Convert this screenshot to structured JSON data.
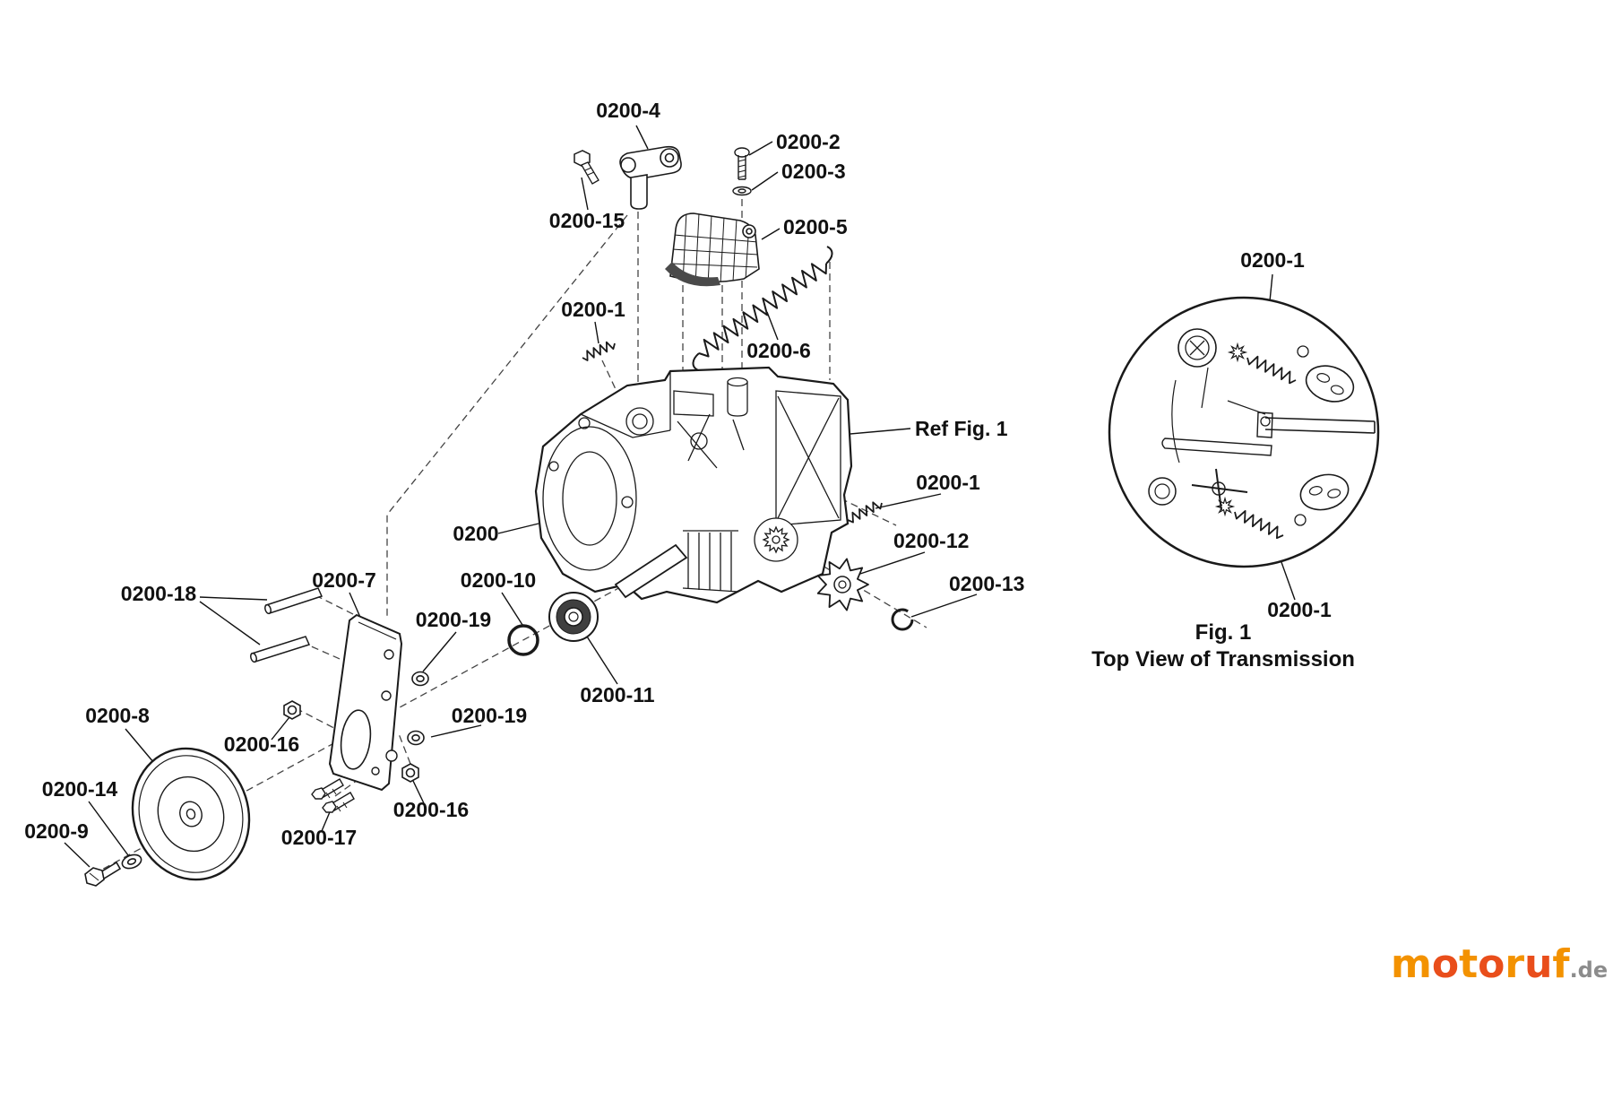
{
  "labels": {
    "p0200": "0200",
    "p0200_1": "0200-1",
    "p0200_2": "0200-2",
    "p0200_3": "0200-3",
    "p0200_4": "0200-4",
    "p0200_5": "0200-5",
    "p0200_6": "0200-6",
    "p0200_7": "0200-7",
    "p0200_8": "0200-8",
    "p0200_9": "0200-9",
    "p0200_10": "0200-10",
    "p0200_11": "0200-11",
    "p0200_12": "0200-12",
    "p0200_13": "0200-13",
    "p0200_14": "0200-14",
    "p0200_15": "0200-15",
    "p0200_16": "0200-16",
    "p0200_17": "0200-17",
    "p0200_18": "0200-18",
    "p0200_19": "0200-19",
    "ref_fig": "Ref Fig. 1"
  },
  "figure": {
    "caption": "Fig. 1",
    "subtitle": "Top View of Transmission"
  },
  "watermark": {
    "letters": [
      "m",
      "o",
      "t",
      "o",
      "r",
      "u",
      "f"
    ],
    "letter_colors": [
      "#f39200",
      "#e94e1b",
      "#f39200",
      "#e94e1b",
      "#f39200",
      "#e94e1b",
      "#f39200"
    ],
    "suffix": ".de",
    "suffix_color": "#8c8c8c"
  },
  "colors": {
    "line": "#1a1a1a",
    "background": "#ffffff"
  }
}
